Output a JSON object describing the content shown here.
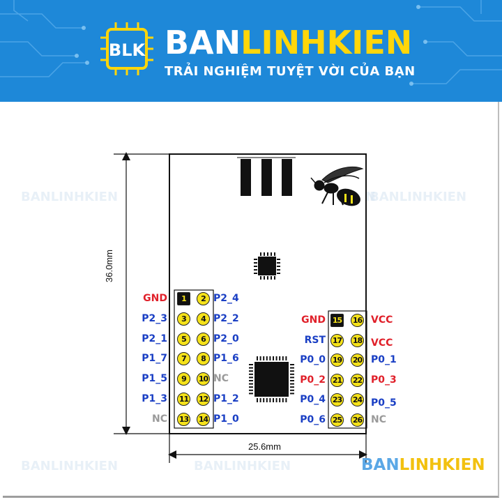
{
  "banner": {
    "logo_text": "BLK",
    "brand_part1": "BAN",
    "brand_part2": "LINHKIEN",
    "tagline": "TRẢI NGHIỆM TUYỆT VỜI CỦA BẠN",
    "colors": {
      "background": "#1e88d8",
      "accent": "#ffd60a"
    }
  },
  "footer": {
    "brand_part1": "BAN",
    "brand_part2": "LINHKIEN"
  },
  "watermark": "BANLINHKIEN",
  "dimensions": {
    "height": "36.0mm",
    "width": "25.6mm"
  },
  "left_header": {
    "rows": [
      {
        "left": "GND",
        "left_color": "red",
        "pin_a": "1",
        "pin_b": "2",
        "right": "P2_4",
        "right_color": "blue"
      },
      {
        "left": "P2_3",
        "left_color": "blue",
        "pin_a": "3",
        "pin_b": "4",
        "right": "P2_2",
        "right_color": "blue"
      },
      {
        "left": "P2_1",
        "left_color": "blue",
        "pin_a": "5",
        "pin_b": "6",
        "right": "P2_0",
        "right_color": "blue"
      },
      {
        "left": "P1_7",
        "left_color": "blue",
        "pin_a": "7",
        "pin_b": "8",
        "right": "P1_6",
        "right_color": "blue"
      },
      {
        "left": "P1_5",
        "left_color": "blue",
        "pin_a": "9",
        "pin_b": "10",
        "right": "NC",
        "right_color": "gray"
      },
      {
        "left": "P1_3",
        "left_color": "blue",
        "pin_a": "11",
        "pin_b": "12",
        "right": "P1_2",
        "right_color": "blue"
      },
      {
        "left": "NC",
        "left_color": "gray",
        "pin_a": "13",
        "pin_b": "14",
        "right": "P1_0",
        "right_color": "blue"
      }
    ]
  },
  "right_header": {
    "rows": [
      {
        "left": "GND",
        "left_color": "red",
        "pin_a": "15",
        "pin_b": "16",
        "right": "VCC",
        "right_color": "red"
      },
      {
        "left": "RST",
        "left_color": "blue",
        "pin_a": "17",
        "pin_b": "18",
        "right": "VCC",
        "right_color": "red"
      },
      {
        "left": "P0_0",
        "left_color": "blue",
        "pin_a": "19",
        "pin_b": "20",
        "right": "P0_1",
        "right_color": "blue"
      },
      {
        "left": "P0_2",
        "left_color": "red",
        "pin_a": "21",
        "pin_b": "22",
        "right": "P0_3",
        "right_color": "red"
      },
      {
        "left": "P0_4",
        "left_color": "blue",
        "pin_a": "23",
        "pin_b": "24",
        "right": "P0_5",
        "right_color": "blue"
      },
      {
        "left": "P0_6",
        "left_color": "blue",
        "pin_a": "25",
        "pin_b": "26",
        "right": "NC",
        "right_color": "gray"
      }
    ]
  }
}
